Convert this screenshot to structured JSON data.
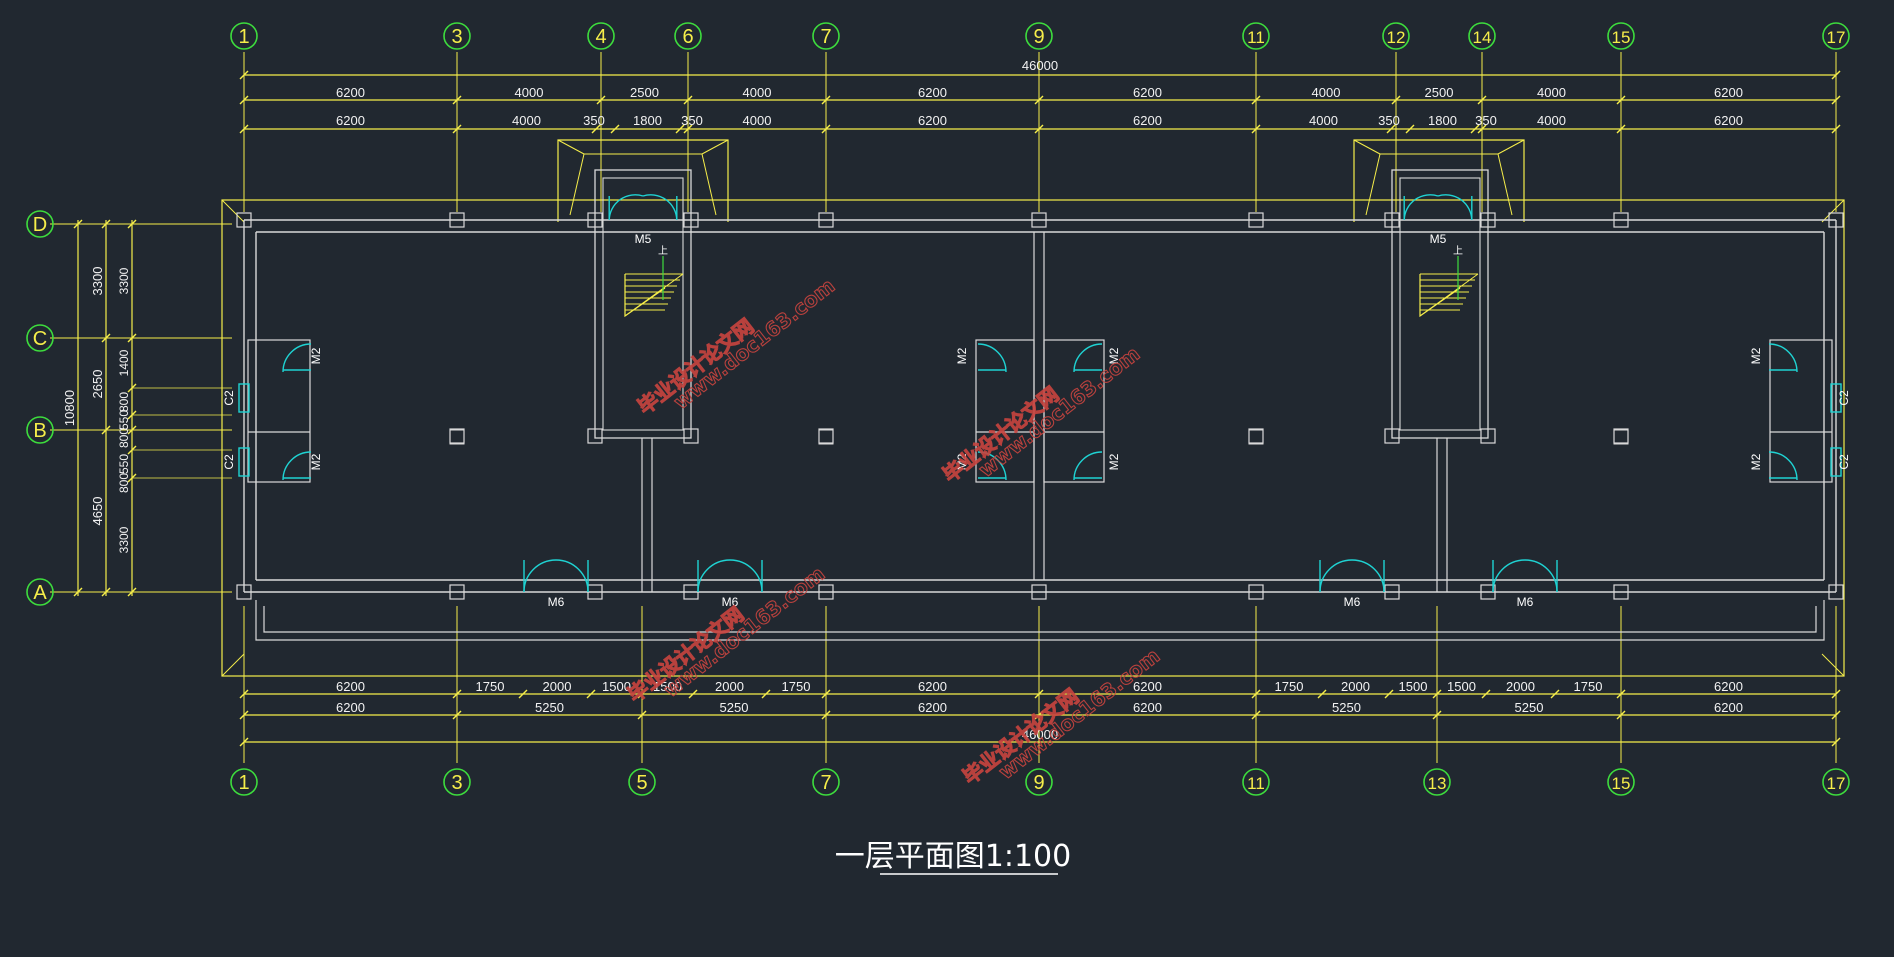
{
  "drawing": {
    "title": "一层平面图1:100",
    "top_axes": [
      "1",
      "3",
      "4",
      "6",
      "7",
      "9",
      "11",
      "12",
      "14",
      "15",
      "17"
    ],
    "bottom_axes": [
      "1",
      "3",
      "5",
      "7",
      "9",
      "11",
      "13",
      "15",
      "17"
    ],
    "left_axes": [
      "D",
      "C",
      "B",
      "A"
    ],
    "top_total": "46000",
    "bottom_total": "46000",
    "top_row1": [
      "6200",
      "4000",
      "2500",
      "4000",
      "6200",
      "6200",
      "4000",
      "2500",
      "4000",
      "6200"
    ],
    "top_row2": [
      "6200",
      "4000",
      "350",
      "1800",
      "350",
      "4000",
      "6200",
      "6200",
      "4000",
      "350",
      "1800",
      "350",
      "4000",
      "6200"
    ],
    "bottom_row1": [
      "6200",
      "1750",
      "2000",
      "1500",
      "1500",
      "2000",
      "1750",
      "6200",
      "6200",
      "1750",
      "2000",
      "1500",
      "1500",
      "2000",
      "1750",
      "6200"
    ],
    "bottom_row2": [
      "6200",
      "5250",
      "5250",
      "6200",
      "6200",
      "5250",
      "5250",
      "6200"
    ],
    "left_total": "10800",
    "left_col1": [
      "3300",
      "2650",
      "4650"
    ],
    "left_col2": [
      "3300",
      "1400",
      "800",
      "550",
      "800",
      "550",
      "800",
      "3300"
    ],
    "door_labels": {
      "m5": "M5",
      "m6": "M6",
      "m2": "M2",
      "c2": "C2"
    },
    "stair_mark": "上",
    "watermark_lines": [
      "毕业设计论文网",
      "www.doc163.com"
    ]
  },
  "colors": {
    "background": "#212830",
    "axis_bubble": "#3ddc3d",
    "dimension": "#f6ee4a",
    "wall": "#d9d9d9",
    "door_swing": "#1fd3d3",
    "watermark": "#c9443f"
  }
}
